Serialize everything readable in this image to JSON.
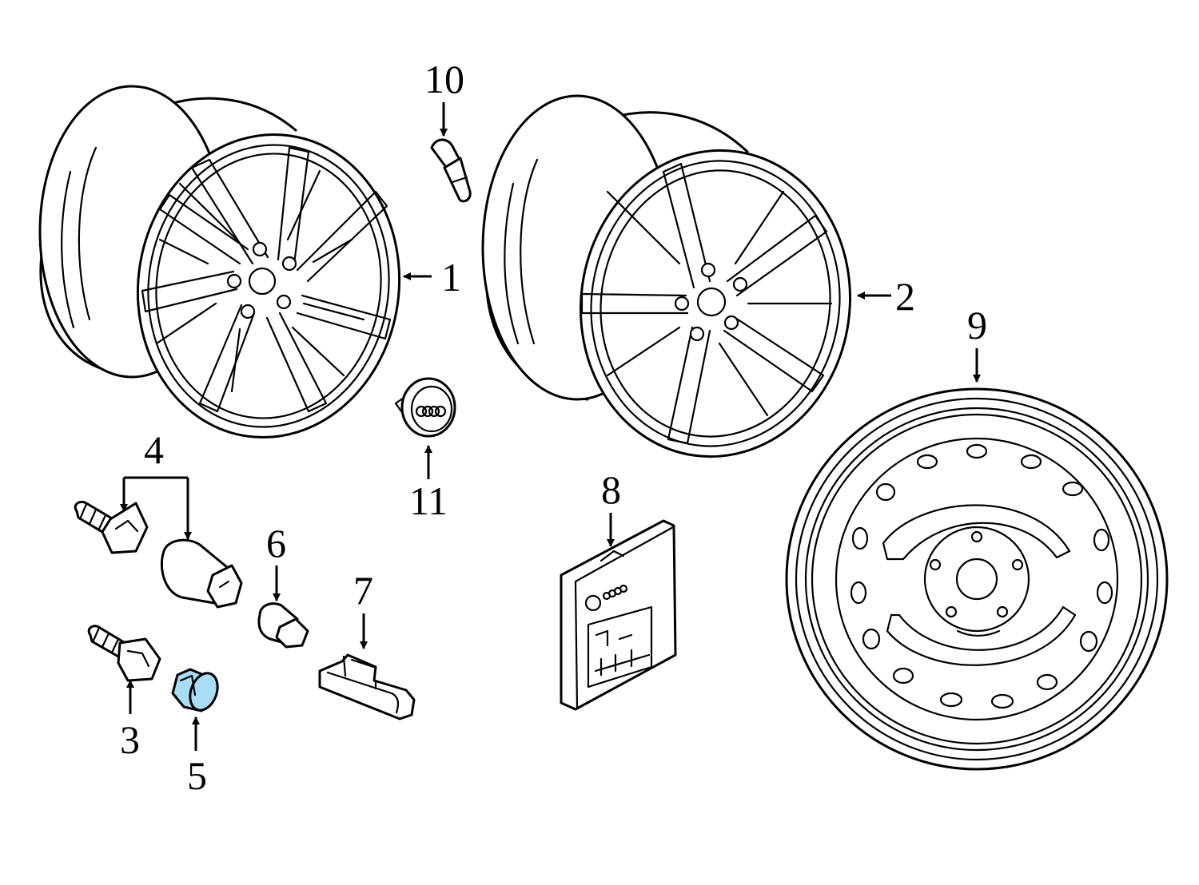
{
  "callouts": {
    "c1": "1",
    "c2": "2",
    "c3": "3",
    "c4": "4",
    "c5": "5",
    "c6": "6",
    "c7": "7",
    "c8": "8",
    "c9": "9",
    "c10": "10",
    "c11": "11"
  },
  "colors": {
    "highlight": "#a9dcf5",
    "line": "#000000",
    "background": "#ffffff"
  }
}
